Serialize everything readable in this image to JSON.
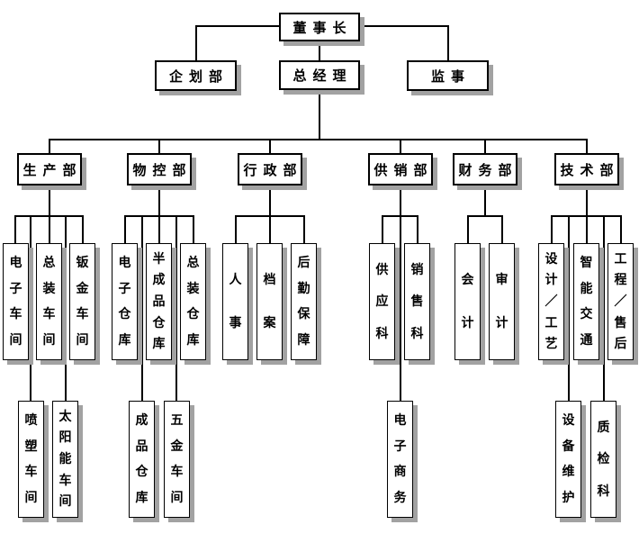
{
  "colors": {
    "background": "#ffffff",
    "box_background": "#ffffff",
    "box_border": "#000000",
    "connector_line": "#000000",
    "box_shadow": "#a2a2a2"
  },
  "org": {
    "root": {
      "label": "董事长",
      "children": [
        {
          "label": "企划部",
          "children": []
        },
        {
          "label": "总经理",
          "children": [
            {
              "label": "生产部",
              "children": [
                {
                  "label": "电子车间",
                  "tier": 1
                },
                {
                  "label": "喷塑车间",
                  "tier": 2
                },
                {
                  "label": "总装车间",
                  "tier": 1
                },
                {
                  "label": "太阳能车间",
                  "tier": 2
                },
                {
                  "label": "钣金车间",
                  "tier": 1
                }
              ]
            },
            {
              "label": "物控部",
              "children": [
                {
                  "label": "电子仓库",
                  "tier": 1
                },
                {
                  "label": "成品仓库",
                  "tier": 2
                },
                {
                  "label": "半成品仓库",
                  "tier": 1
                },
                {
                  "label": "五金车间",
                  "tier": 2
                },
                {
                  "label": "总装仓库",
                  "tier": 1
                }
              ]
            },
            {
              "label": "行政部",
              "children": [
                {
                  "label": "人事",
                  "tier": 1
                },
                {
                  "label": "档案",
                  "tier": 1
                },
                {
                  "label": "后勤保障",
                  "tier": 1
                }
              ]
            },
            {
              "label": "供销部",
              "children": [
                {
                  "label": "供应科",
                  "tier": 1
                },
                {
                  "label": "电子商务",
                  "tier": 2
                },
                {
                  "label": "销售科",
                  "tier": 1
                }
              ]
            },
            {
              "label": "财务部",
              "children": [
                {
                  "label": "会计",
                  "tier": 1
                },
                {
                  "label": "审计",
                  "tier": 1
                }
              ]
            },
            {
              "label": "技术部",
              "children": [
                {
                  "label": "设计／工艺",
                  "tier": 1
                },
                {
                  "label": "设备维护",
                  "tier": 2
                },
                {
                  "label": "智能交通",
                  "tier": 1
                },
                {
                  "label": "质检科",
                  "tier": 2
                },
                {
                  "label": "工程／售后",
                  "tier": 1
                }
              ]
            }
          ]
        },
        {
          "label": "监事",
          "children": []
        }
      ]
    }
  }
}
